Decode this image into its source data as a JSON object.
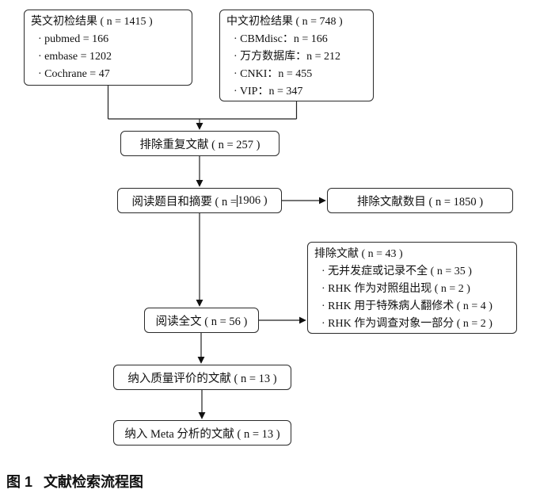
{
  "diagram": {
    "english_box": {
      "title": "英文初检结果 ( n = 1415 )",
      "items": [
        "· pubmed = 166",
        "· embase = 1202",
        "· Cochrane = 47"
      ]
    },
    "chinese_box": {
      "title": "中文初检结果 ( n = 748 )",
      "items": [
        "· CBMdisc：n = 166",
        "· 万方数据库：n = 212",
        "· CNKI：n = 455",
        "· VIP：n = 347"
      ]
    },
    "dedupe_box": {
      "label": "排除重复文献 ( n = 257 )"
    },
    "title_abstract_box": {
      "label_before_cursor": "阅读题目和摘要 ( n =",
      "label_after_cursor": "1906 )"
    },
    "excluded_count_box": {
      "label": "排除文献数目 ( n = 1850 )"
    },
    "fulltext_box": {
      "label": "阅读全文 ( n = 56 )"
    },
    "excluded_detail_box": {
      "title": "排除文献 ( n = 43 )",
      "items": [
        "· 无并发症或记录不全 ( n = 35 )",
        "· RHK 作为对照组出现 ( n = 2 )",
        "· RHK 用于特殊病人翻修术 ( n = 4 )",
        "· RHK 作为调查对象一部分 ( n = 2 )"
      ]
    },
    "quality_box": {
      "label": "纳入质量评价的文献 ( n = 13 )"
    },
    "meta_box": {
      "label": "纳入 Meta 分析的文献 ( n = 13 )"
    },
    "caption": {
      "label": "图 1",
      "text": "文献检索流程图"
    }
  }
}
